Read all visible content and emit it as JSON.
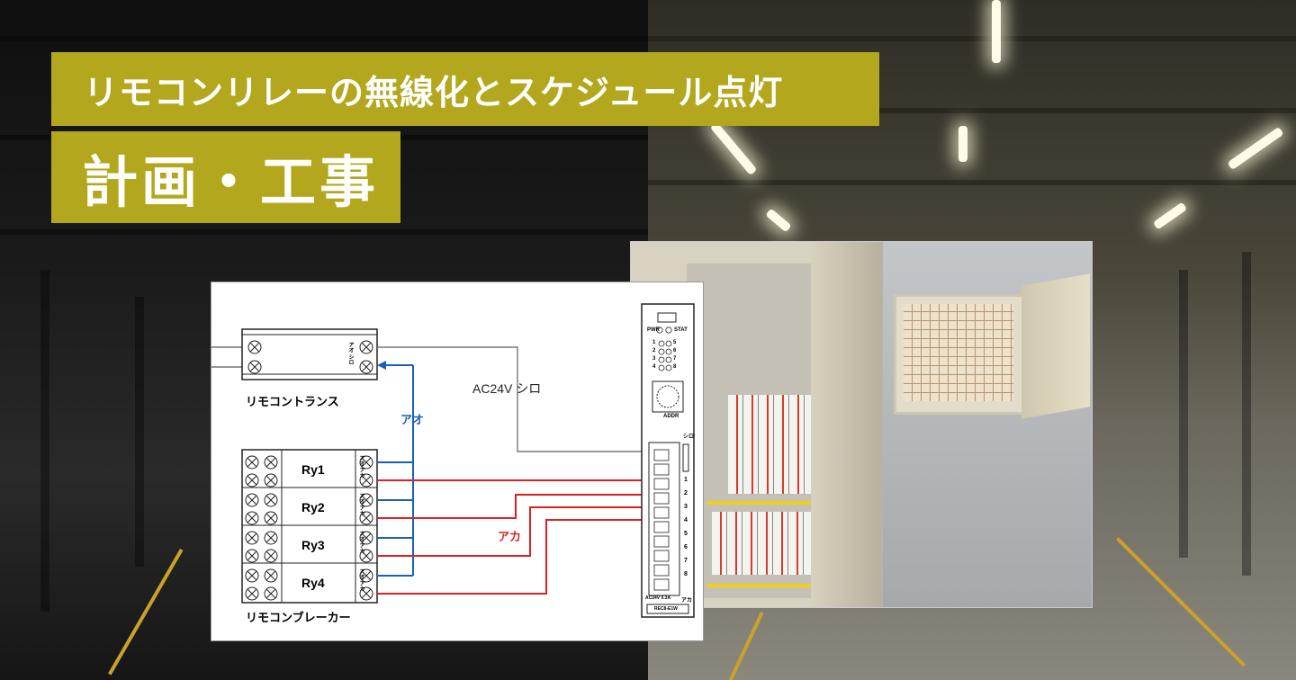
{
  "title": {
    "line1": "リモコンリレーの無線化とスケジュール点灯",
    "line2": "計画・工事"
  },
  "colors": {
    "title_band": "#b3a71e",
    "wire_blue": "#1a5fbf",
    "wire_red": "#e02020"
  },
  "diagram": {
    "transformer_label": "リモコントランス",
    "breaker_label": "リモコンブレーカー",
    "ac_label": "AC24V シロ",
    "blue_wire_label": "アオ",
    "red_wire_label": "アカ",
    "relays": [
      "Ry1",
      "Ry2",
      "Ry3",
      "Ry4"
    ],
    "terminal_tag": "アオ アカ",
    "transformer_tag": "アオ シロ",
    "controller": {
      "pwr": "PWR",
      "stat": "STAT",
      "led_numbers": [
        "1",
        "2",
        "3",
        "4",
        "5",
        "6",
        "7",
        "8"
      ],
      "addr": "ADDR",
      "top_tag": "シロ",
      "terminal_numbers": [
        "1",
        "2",
        "3",
        "4",
        "5",
        "6",
        "7",
        "8"
      ],
      "bottom_left": "AC24V 0.3A",
      "bottom_right": "アカ",
      "model": "REC8-E1W"
    }
  }
}
